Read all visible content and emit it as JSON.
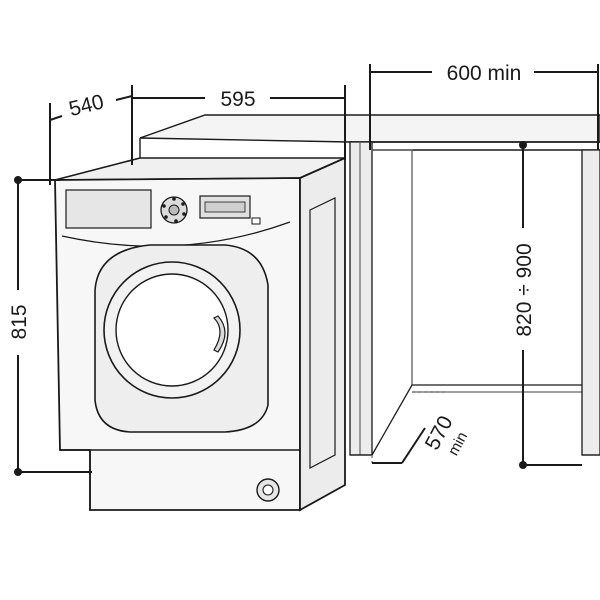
{
  "dimensions": {
    "depth": "540",
    "width": "595",
    "niche_width": "600 min",
    "height": "815",
    "niche_height": "820 ÷ 900",
    "niche_depth": "570",
    "niche_depth_suffix": "min"
  },
  "colors": {
    "line": "#1a1a1a",
    "panel_fill": "#e6e6e6",
    "background": "#ffffff"
  }
}
